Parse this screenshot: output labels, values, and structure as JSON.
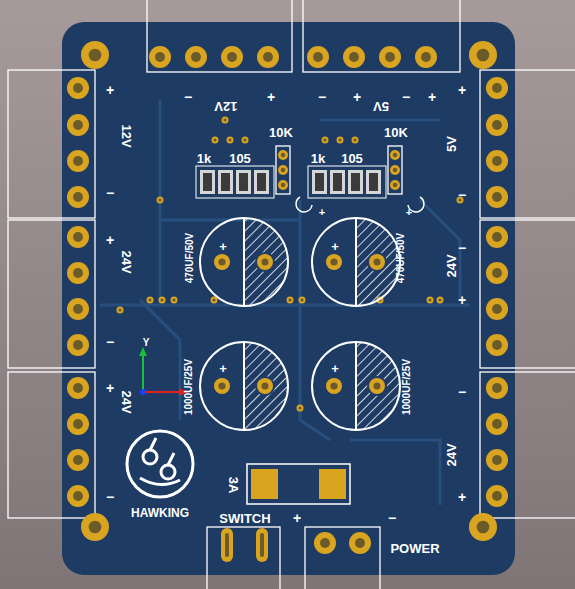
{
  "diagram": {
    "labels": [
      "−",
      "12V",
      "+",
      "−",
      "+",
      "5V",
      "−",
      "+",
      "+",
      "12V",
      "−",
      "+",
      "5V",
      "−",
      "10K",
      "10K",
      "1k",
      "105",
      "1k",
      "105",
      "+",
      "+",
      "+",
      "24V",
      "−",
      "−",
      "24V",
      "+",
      "470UF/50V",
      "470UF/50V",
      "+",
      "+",
      "Y",
      "+",
      "+",
      "+",
      "24V",
      "1000UF/25V",
      "1000UF/25V",
      "−",
      "24V",
      "+",
      "3A",
      "−",
      "HAWKING",
      "SWITCH",
      "+",
      "−",
      "POWER"
    ]
  }
}
